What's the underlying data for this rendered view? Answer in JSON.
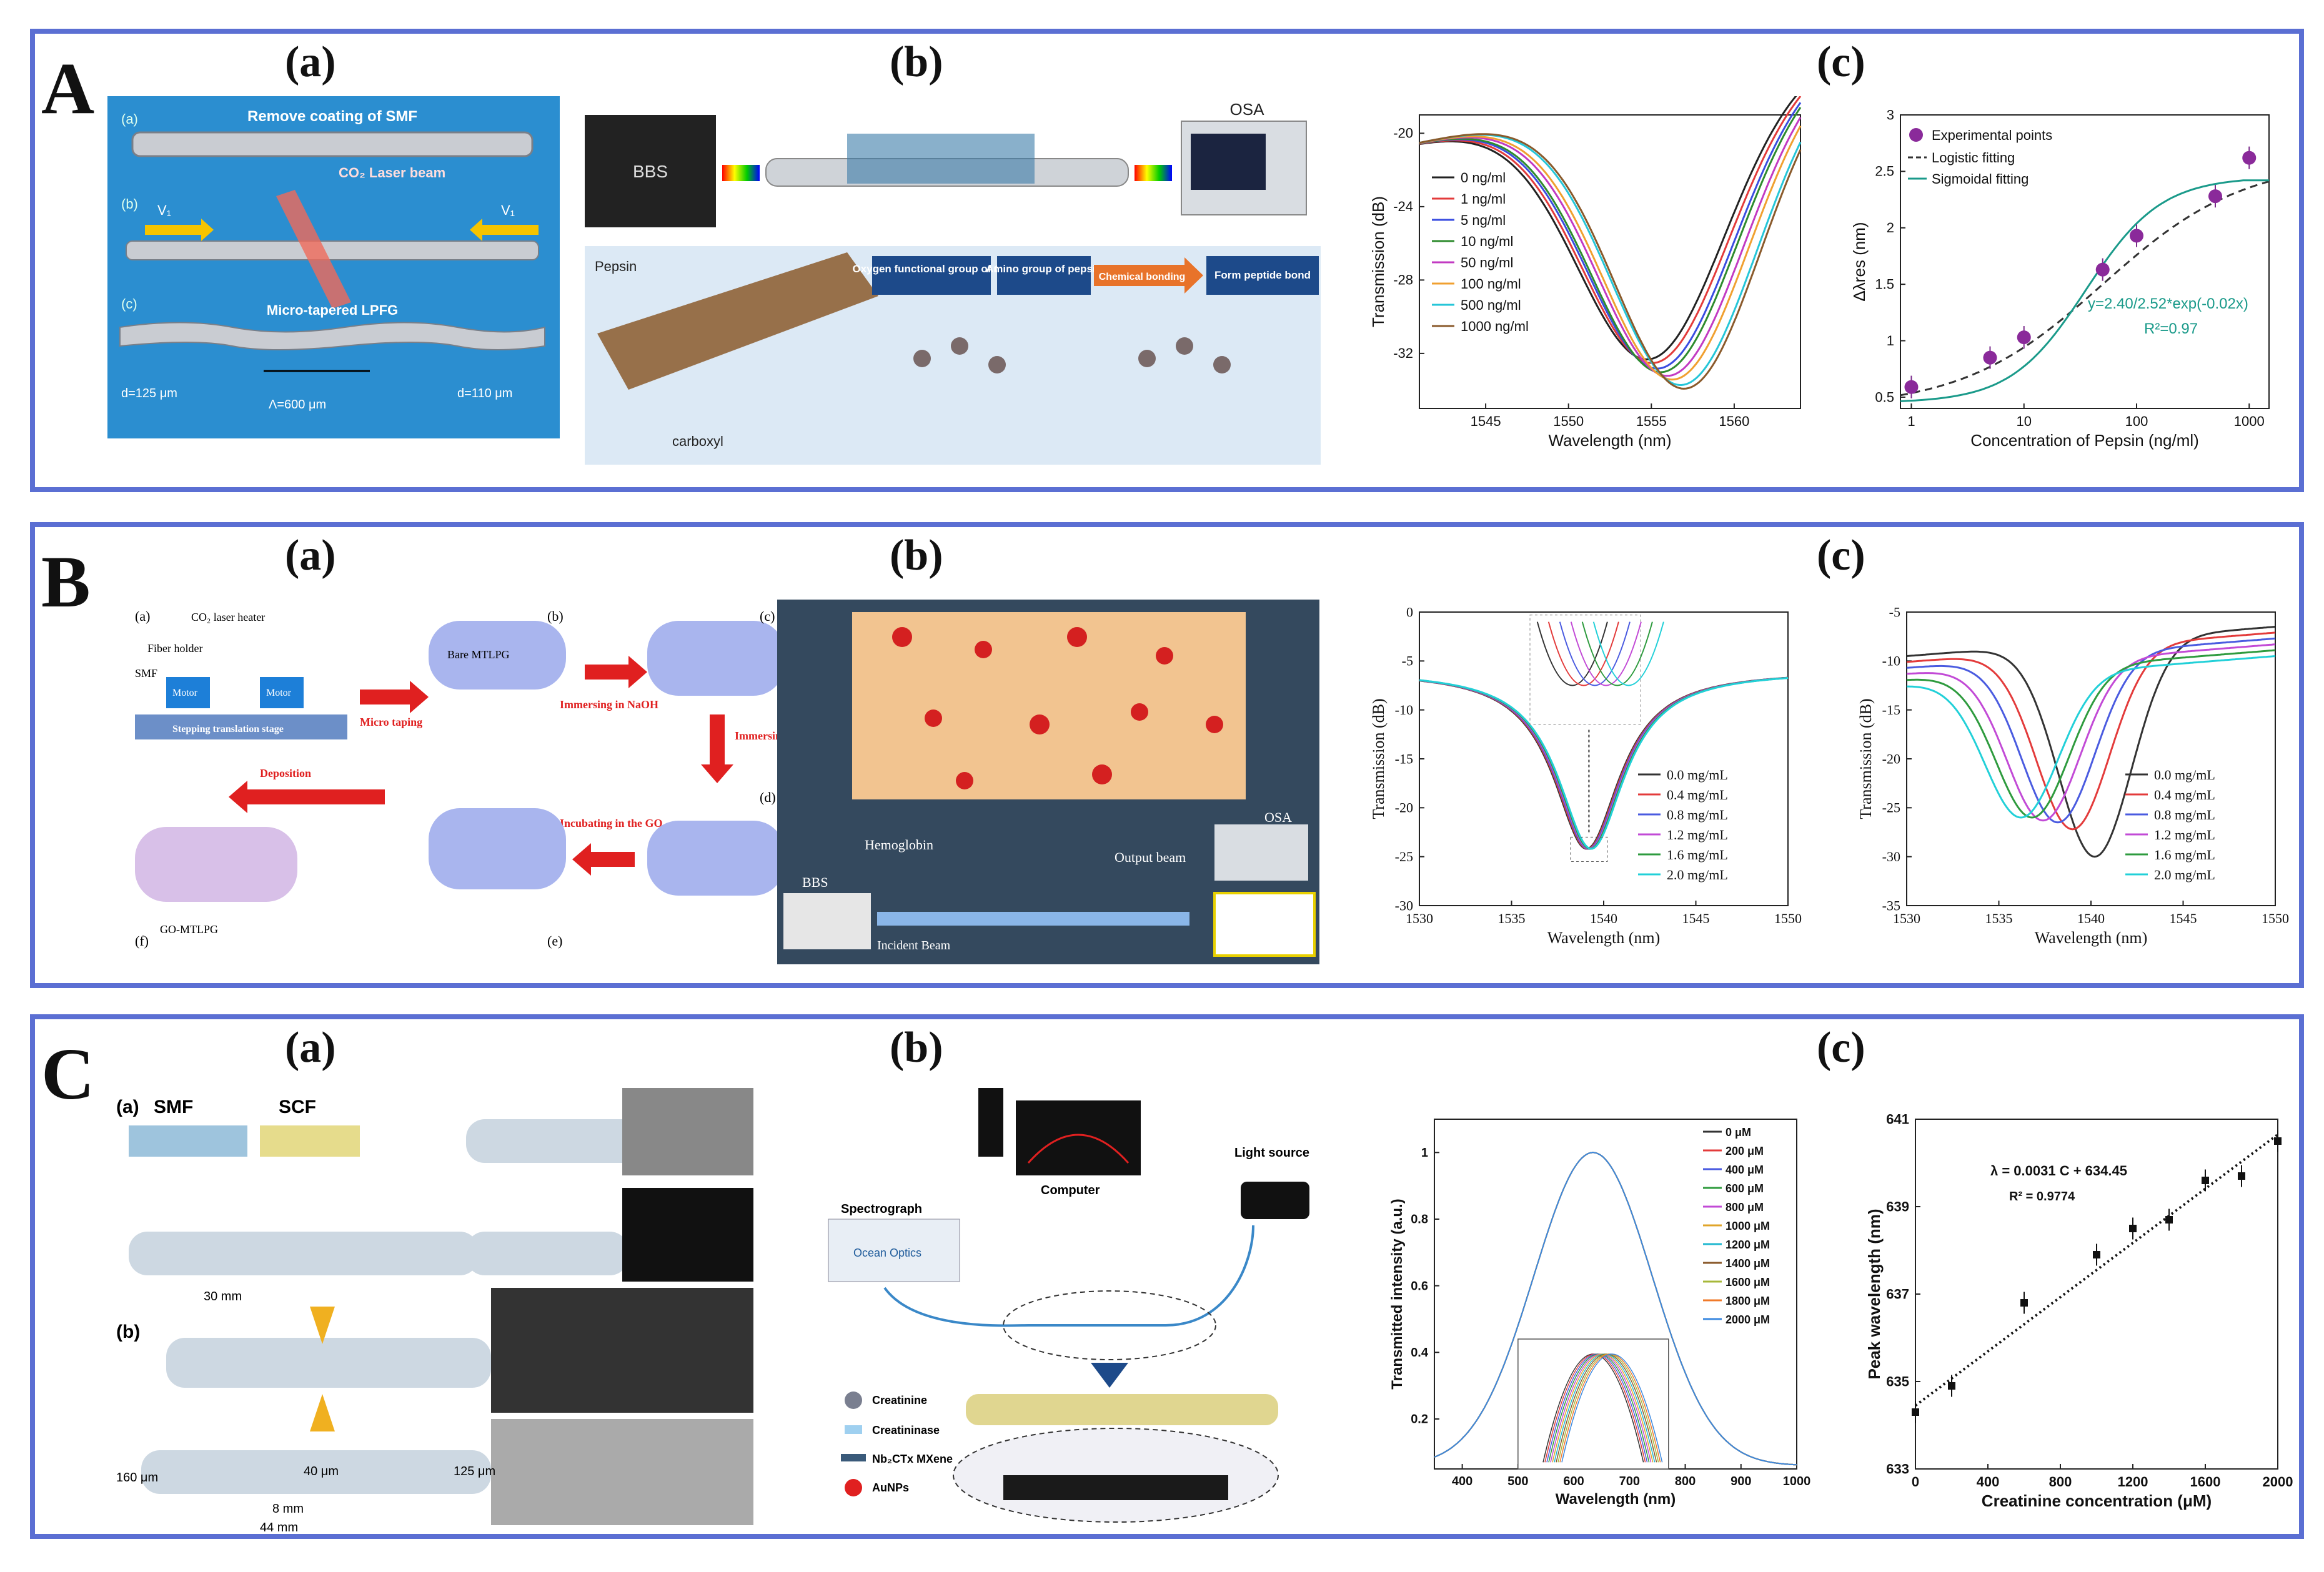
{
  "panels": {
    "A": {
      "letter": "A",
      "a_label": "(a)",
      "b_label": "(b)",
      "c_label": "(c)",
      "a_diagram": {
        "row_a": "(a)",
        "row_b": "(b)",
        "row_c": "(c)",
        "t1": "Remove coating of SMF",
        "t2": "CO₂ Laser beam",
        "v": "V₁",
        "t3": "Micro-tapered LPFG",
        "d1": "d=125 μm",
        "d2": "d=110 μm",
        "lam": "Λ=600 μm"
      },
      "b_diagram": {
        "bbs": "BBS",
        "osa": "OSA",
        "pepsin": "Pepsin",
        "carboxyl": "carboxyl",
        "box1": "Oxygen functional group of GO",
        "box2": "Amino group of pepsin",
        "arrow": "Chemical bonding",
        "box3": "Form peptide bond"
      }
    },
    "B": {
      "letter": "B",
      "a_label": "(a)",
      "b_label": "(b)",
      "c_label": "(c)",
      "a_diagram": {
        "a": "(a)",
        "b": "(b)",
        "c": "(c)",
        "d": "(d)",
        "e": "(e)",
        "f": "(f)",
        "laser": "CO₂ laser heater",
        "holder": "Fiber holder",
        "smf": "SMF",
        "motor": "Motor",
        "stage": "Stepping translation stage",
        "bare": "Bare MTLPG",
        "taping": "Micro taping",
        "naoh": "Immersing in NaOH",
        "aptes": "Immersing in APTES",
        "go": "Incubating in the GO",
        "dep": "Deposition",
        "gomtlpg": "GO-MTLPG"
      },
      "b_diagram": {
        "hemo": "Hemoglobin",
        "out": "Output beam",
        "osa": "OSA",
        "bbs": "BBS",
        "inc": "Incident Beam"
      }
    },
    "C": {
      "letter": "C",
      "a_label": "(a)",
      "b_label": "(b)",
      "c_label": "(c)",
      "a_diagram": {
        "a": "(a)",
        "b": "(b)",
        "smf": "SMF",
        "scf": "SCF",
        "m30": "30 mm",
        "m160": "160 μm",
        "m40": "40 μm",
        "m125": "125 μm",
        "m8": "8 mm",
        "m44": "44 mm"
      },
      "b_diagram": {
        "spectro": "Spectrograph",
        "computer": "Computer",
        "light": "Light source",
        "ocean": "Ocean Optics",
        "l1": "Creatinine",
        "l2": "Creatininase",
        "l3": "Nb₂CTx MXene",
        "l4": "AuNPs"
      }
    }
  },
  "chart_data": [
    {
      "id": "A-c-left",
      "type": "line",
      "xlabel": "Wavelength (nm)",
      "ylabel": "Transmission (dB)",
      "xlim": [
        1541,
        1564
      ],
      "ylim": [
        -35,
        -19
      ],
      "xticks": [
        1545,
        1550,
        1555,
        1560
      ],
      "yticks": [
        -20,
        -24,
        -28,
        -32
      ],
      "legend_position": "left",
      "series": [
        {
          "name": "0 ng/ml",
          "color": "#222222",
          "dip": 1555.0,
          "depth": -32.3
        },
        {
          "name": "1 ng/ml",
          "color": "#e33b3b",
          "dip": 1555.3,
          "depth": -32.5
        },
        {
          "name": "5 ng/ml",
          "color": "#3a4de0",
          "dip": 1555.6,
          "depth": -32.8
        },
        {
          "name": "10 ng/ml",
          "color": "#2e8b2e",
          "dip": 1555.8,
          "depth": -33.0
        },
        {
          "name": "50 ng/ml",
          "color": "#c23ac2",
          "dip": 1556.2,
          "depth": -33.2
        },
        {
          "name": "100 ng/ml",
          "color": "#f0a030",
          "dip": 1556.5,
          "depth": -33.4
        },
        {
          "name": "500 ng/ml",
          "color": "#26c6d8",
          "dip": 1557.0,
          "depth": -33.7
        },
        {
          "name": "1000 ng/ml",
          "color": "#8a5a2b",
          "dip": 1557.2,
          "depth": -33.9
        }
      ]
    },
    {
      "id": "A-c-right",
      "type": "scatter",
      "xlabel": "Concentration of Pepsin (ng/ml)",
      "ylabel": "Δλres (nm)",
      "xscale": "log",
      "xlim": [
        0.8,
        1500
      ],
      "ylim": [
        0.4,
        3.0
      ],
      "xticks": [
        1,
        10,
        100,
        1000
      ],
      "yticks": [
        0.5,
        1.0,
        1.5,
        2.0,
        2.5,
        3.0
      ],
      "points": [
        [
          1,
          0.59
        ],
        [
          5,
          0.85
        ],
        [
          10,
          1.03
        ],
        [
          50,
          1.63
        ],
        [
          100,
          1.93
        ],
        [
          500,
          2.28
        ],
        [
          1000,
          2.62
        ]
      ],
      "legend": [
        "Experimental points",
        "Logistic fitting",
        "Sigmoidal fitting"
      ],
      "equation": "y=2.40/2.52*exp(-0.02x)",
      "r2": "R²=0.97"
    },
    {
      "id": "B-c-left",
      "type": "line",
      "xlabel": "Wavelength (nm)",
      "ylabel": "Transmission (dB)",
      "xlim": [
        1530,
        1550
      ],
      "ylim": [
        -30,
        0
      ],
      "xticks": [
        1530,
        1535,
        1540,
        1545,
        1550
      ],
      "yticks": [
        0,
        -5,
        -10,
        -15,
        -20,
        -25,
        -30
      ],
      "series": [
        {
          "name": "0.0 mg/mL",
          "color": "#333333"
        },
        {
          "name": "0.4 mg/mL",
          "color": "#e33b3b"
        },
        {
          "name": "0.8 mg/mL",
          "color": "#4a5be0"
        },
        {
          "name": "1.2 mg/mL",
          "color": "#c24ad6"
        },
        {
          "name": "1.6 mg/mL",
          "color": "#2e9b3e"
        },
        {
          "name": "2.0 mg/mL",
          "color": "#22d0d8"
        }
      ],
      "dip": 1539.2,
      "depth": -24.2
    },
    {
      "id": "B-c-right",
      "type": "line",
      "xlabel": "Wavelength (nm)",
      "ylabel": "Transmission (dB)",
      "xlim": [
        1530,
        1550
      ],
      "ylim": [
        -35,
        -5
      ],
      "xticks": [
        1530,
        1535,
        1540,
        1545,
        1550
      ],
      "yticks": [
        -5,
        -10,
        -15,
        -20,
        -25,
        -30,
        -35
      ],
      "series": [
        {
          "name": "0.0 mg/mL",
          "color": "#333333",
          "dip": 1540.2,
          "depth": -30.0
        },
        {
          "name": "0.4 mg/mL",
          "color": "#e33b3b",
          "dip": 1539.0,
          "depth": -27.2
        },
        {
          "name": "0.8 mg/mL",
          "color": "#4a5be0",
          "dip": 1538.2,
          "depth": -26.5
        },
        {
          "name": "1.2 mg/mL",
          "color": "#c24ad6",
          "dip": 1537.4,
          "depth": -26.3
        },
        {
          "name": "1.6 mg/mL",
          "color": "#2e9b3e",
          "dip": 1536.8,
          "depth": -26.0
        },
        {
          "name": "2.0 mg/mL",
          "color": "#22d0d8",
          "dip": 1536.2,
          "depth": -26.0
        }
      ]
    },
    {
      "id": "C-c-left",
      "type": "line",
      "xlabel": "Wavelength (nm)",
      "ylabel": "Transmitted intensity (a.u.)",
      "xlim": [
        350,
        1000
      ],
      "ylim": [
        0.05,
        1.1
      ],
      "xticks": [
        400,
        500,
        600,
        700,
        800,
        900,
        1000
      ],
      "yticks": [
        0.2,
        0.4,
        0.6,
        0.8,
        1.0
      ],
      "series": [
        {
          "name": "0 μM",
          "color": "#333333"
        },
        {
          "name": "200 μM",
          "color": "#e33b3b"
        },
        {
          "name": "400 μM",
          "color": "#4a5be0"
        },
        {
          "name": "600 μM",
          "color": "#2e9b3e"
        },
        {
          "name": "800 μM",
          "color": "#c24ad6"
        },
        {
          "name": "1000 μM",
          "color": "#e0a52a"
        },
        {
          "name": "1200 μM",
          "color": "#22b8d0"
        },
        {
          "name": "1400 μM",
          "color": "#8a5a2b"
        },
        {
          "name": "1600 μM",
          "color": "#a7b83a"
        },
        {
          "name": "1800 μM",
          "color": "#f07a2a"
        },
        {
          "name": "2000 μM",
          "color": "#3a88e0"
        }
      ],
      "peak_wavelength": 634.5
    },
    {
      "id": "C-c-right",
      "type": "scatter",
      "xlabel": "Creatinine concentration (μM)",
      "ylabel": "Peak wavelength (nm)",
      "xlim": [
        0,
        2000
      ],
      "ylim": [
        633,
        641
      ],
      "xticks": [
        0,
        400,
        800,
        1200,
        1600,
        2000
      ],
      "yticks": [
        633,
        635,
        637,
        639,
        641
      ],
      "points": [
        [
          0,
          634.3
        ],
        [
          200,
          634.9
        ],
        [
          600,
          636.8
        ],
        [
          1000,
          637.9
        ],
        [
          1200,
          638.5
        ],
        [
          1400,
          638.7
        ],
        [
          1600,
          639.6
        ],
        [
          1800,
          639.7
        ],
        [
          2000,
          640.5
        ]
      ],
      "equation": "λ = 0.0031 C + 634.45",
      "r2": "R² = 0.9774"
    }
  ]
}
